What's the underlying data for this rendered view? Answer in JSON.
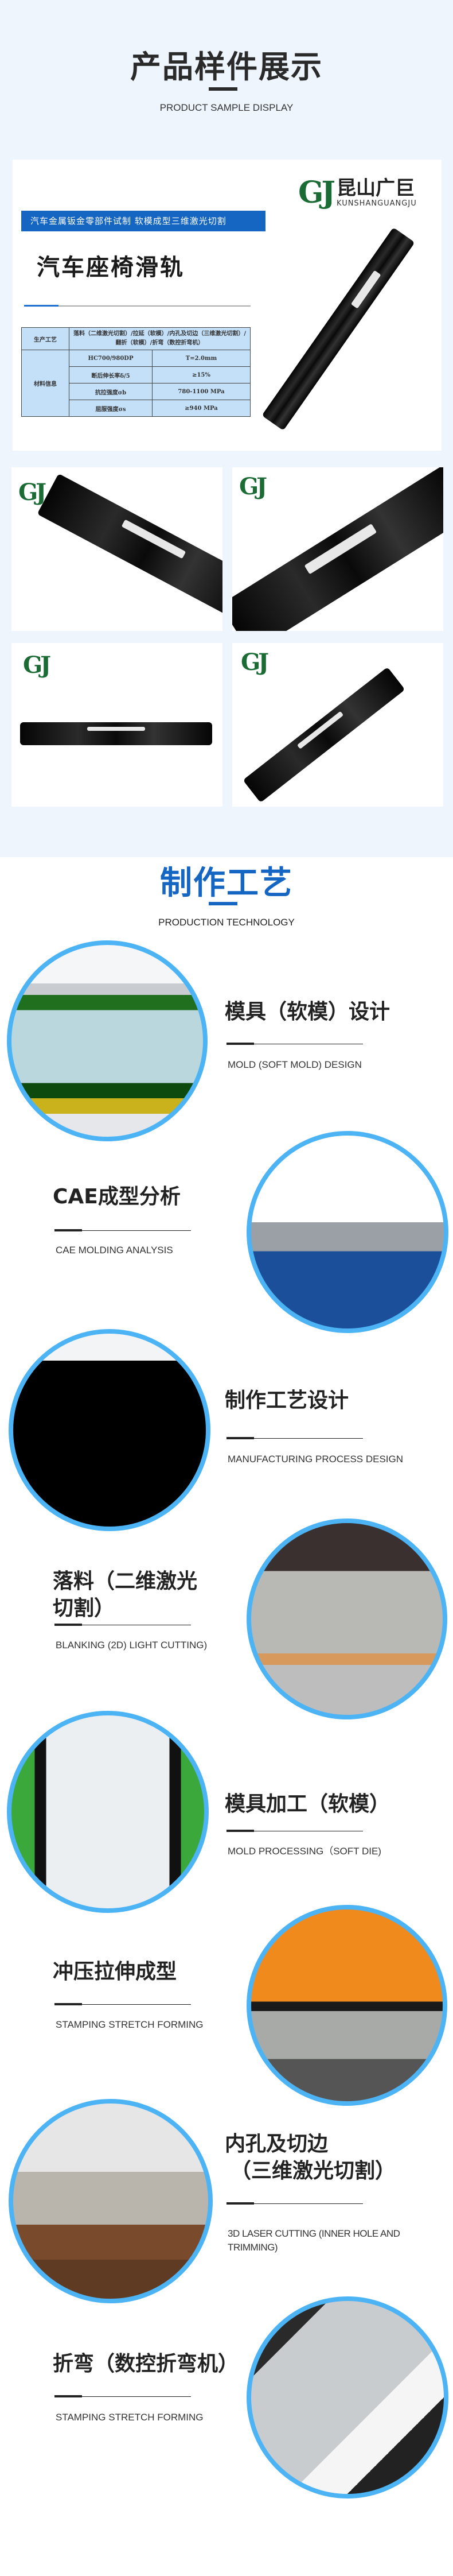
{
  "sample_section": {
    "title": "产品样件展示",
    "subtitle": "PRODUCT SAMPLE DISPLAY",
    "banner": "汽车金属钣金零部件试制  软模成型三维激光切割",
    "product_name": "汽车座椅滑轨",
    "logo": {
      "mark": "GJ",
      "name_cn": "昆山广巨",
      "name_en": "KUNSHANGUANGJU"
    },
    "spec_table": {
      "process_label": "生产工艺",
      "process_value": "落料（二维激光切割）/拉延（软模）/内孔及切边（三维激光切割）/翻折（软模）/折弯（数控折弯机）",
      "material_label": "材料信息",
      "rows": [
        {
          "name": "HC700/980DP",
          "value": "T=2.0mm"
        },
        {
          "name": "断后伸长率δ/5",
          "value": "≥15%"
        },
        {
          "name": "抗拉强度σb",
          "value": "780-1100 MPa"
        },
        {
          "name": "屈服强度σs",
          "value": "≥940 MPa"
        }
      ]
    },
    "colors": {
      "bg": "#eef5fd",
      "banner": "#1466c2",
      "table": "#c4e0f9",
      "logo_green": "#1b6b35"
    }
  },
  "process_section": {
    "title": "制作工艺",
    "subtitle": "PRODUCTION TECHNOLOGY",
    "accent": "#1466c2",
    "circle_border": "#4cb3f5",
    "steps": [
      {
        "title": [
          "模具（软模）设计"
        ],
        "subtitle": [
          "MOLD (SOFT MOLD)  DESIGN"
        ]
      },
      {
        "title": [
          "CAE成型分析"
        ],
        "subtitle": [
          "CAE MOLDING ANALYSIS"
        ]
      },
      {
        "title": [
          "制作工艺设计"
        ],
        "subtitle": [
          "MANUFACTURING PROCESS DESIGN"
        ]
      },
      {
        "title": [
          "落料（二维激光",
          "切割）"
        ],
        "subtitle": [
          "BLANKING (2D)  LIGHT CUTTING)"
        ]
      },
      {
        "title": [
          "模具加工（软模）"
        ],
        "subtitle": [
          "MOLD PROCESSING（SOFT DIE)"
        ]
      },
      {
        "title": [
          "冲压拉伸成型"
        ],
        "subtitle": [
          "STAMPING STRETCH FORMING"
        ]
      },
      {
        "title": [
          "内孔及切边",
          "（三维激光切割）"
        ],
        "subtitle": [
          "3D LASER CUTTING (INNER HOLE AND",
          "TRIMMING)"
        ]
      },
      {
        "title": [
          "折弯（数控折弯机）"
        ],
        "subtitle": [
          "STAMPING STRETCH FORMING"
        ]
      }
    ]
  }
}
